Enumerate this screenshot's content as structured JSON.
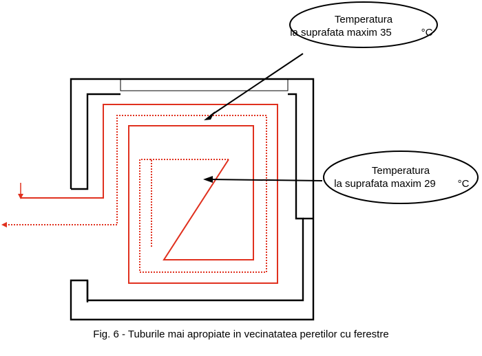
{
  "callouts": {
    "top": {
      "line1": "Temperatura",
      "line2": "la suprafata maxim 35",
      "unit": "°C"
    },
    "right": {
      "line1": "Temperatura",
      "line2": "la suprafata maxim 29",
      "unit": "°C"
    }
  },
  "caption": "Fig. 6 - Tuburile mai apropiate in vecinatatea peretilor cu ferestre",
  "colors": {
    "wall": "#000000",
    "pipe": "#e0301e"
  }
}
